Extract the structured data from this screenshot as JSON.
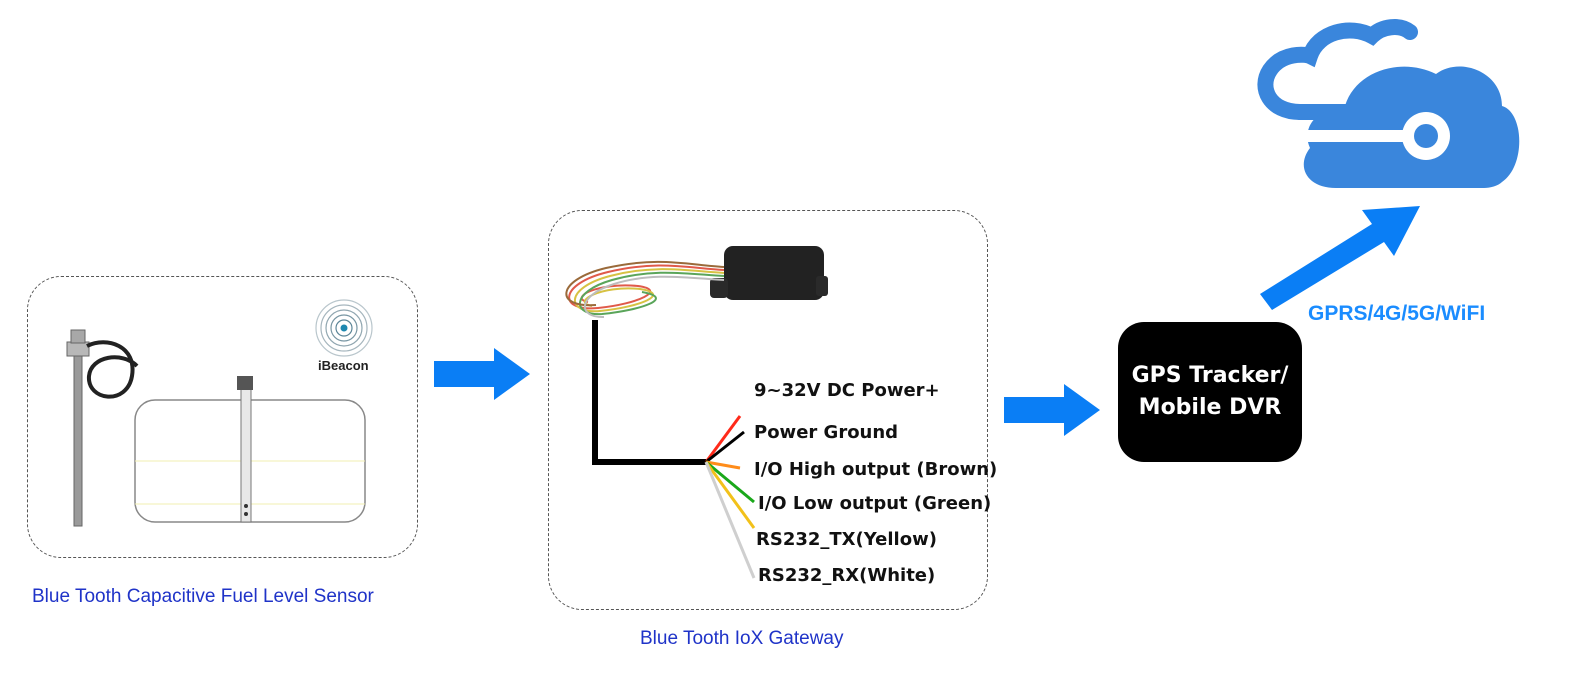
{
  "sensor": {
    "caption": "Blue Tooth Capacitive Fuel Level Sensor",
    "ibeacon_label": "iBeacon"
  },
  "gateway": {
    "caption": "Blue Tooth  IoX  Gateway",
    "wires": [
      {
        "label": "9~32V DC Power+",
        "color": "#ff2a1a"
      },
      {
        "label": "Power Ground",
        "color": "#000000"
      },
      {
        "label": "I/O High output (Brown)",
        "color": "#ff8c1a"
      },
      {
        "label": "I/O Low output (Green)",
        "color": "#1aa81a"
      },
      {
        "label": "RS232_TX(Yellow)",
        "color": "#f2c11a"
      },
      {
        "label": "RS232_RX(White)",
        "color": "#cfcfcf"
      }
    ]
  },
  "tracker": {
    "line1": "GPS Tracker/",
    "line2": "Mobile DVR"
  },
  "network": {
    "label": "GPRS/4G/5G/WiFI"
  },
  "colors": {
    "arrow": "#0a7ef5",
    "caption": "#1f33c8",
    "cloud": "#3a86dc",
    "network_label": "#1a8cff"
  }
}
